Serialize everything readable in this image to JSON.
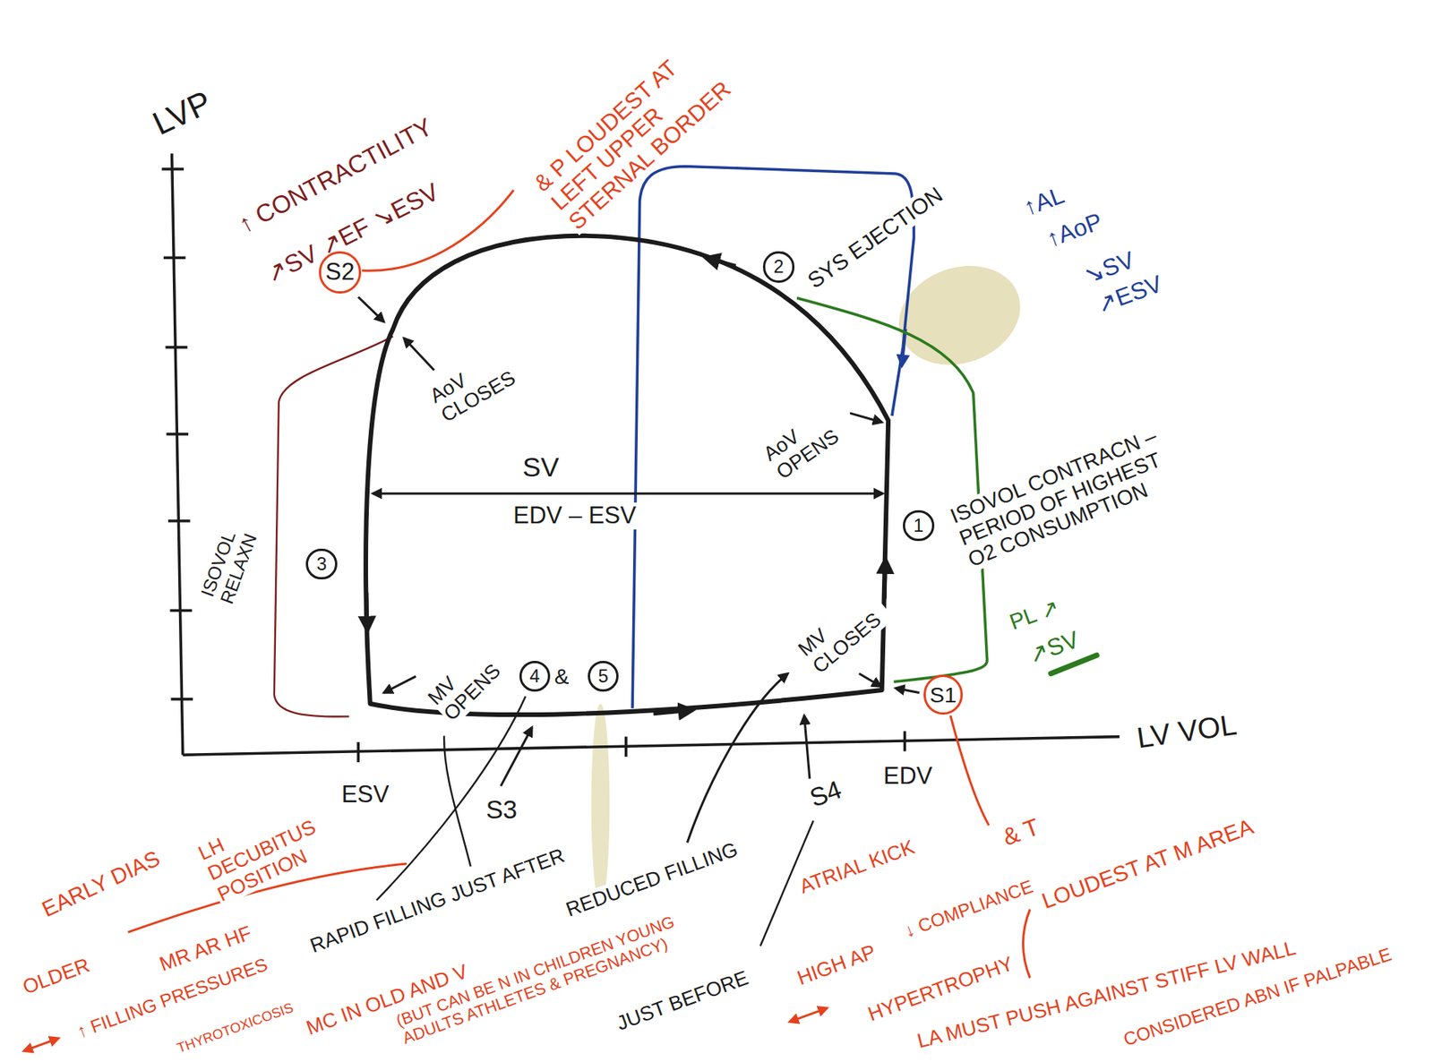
{
  "diagram": {
    "nodes": [
      {
        "text": [
          "S2"
        ]
      },
      {
        "text": [
          "2"
        ]
      },
      {
        "text": [
          "1"
        ]
      },
      {
        "text": [
          "3"
        ]
      },
      {
        "text": [
          "4"
        ]
      },
      {
        "text": [
          "5"
        ]
      },
      {
        "text": [
          "S1"
        ]
      }
    ],
    "labels": [
      "LVP",
      "↑ CONTRACTILITY",
      "↗SV ↗EF ↘ESV",
      "& P LOUDEST AT LEFT UPPER STERNAL BORDER",
      "SYS EJECTION",
      "↑AL",
      "↑AoP",
      "↘SV",
      "↗ESV",
      "AoV CLOSES",
      "AoV OPENS",
      "SV",
      "EDV – ESV",
      "ISOVOL CONTRACN – PERIOD OF HIGHEST O2 CONSUMPTION",
      "ISOVOL RELAXN",
      "MV OPENS",
      "MV CLOSES",
      "&",
      "PL ↗",
      "↗SV",
      "LV VOL",
      "ESV",
      "EDV",
      "S3",
      "S4",
      "EARLY DIAS",
      "LH DECUBITUS POSITION",
      "OLDER",
      "↑ FILLING PRESSURES",
      "MR AR HF",
      "THYROTOXICOSIS",
      "RAPID FILLING JUST AFTER",
      "MC IN OLD AND V",
      "(BUT CAN BE N IN CHILDREN YOUNG ADULTS ATHLETES & PREGNANCY)",
      "REDUCED FILLING",
      "JUST BEFORE",
      "ATRIAL KICK",
      "↓ COMPLIANCE",
      "HIGH AP",
      "HYPERTROPHY",
      "& T",
      "LOUDEST AT M AREA",
      "LA MUST PUSH AGAINST STIFF LV WALL",
      "CONSIDERED ABN IF PALPABLE"
    ]
  }
}
